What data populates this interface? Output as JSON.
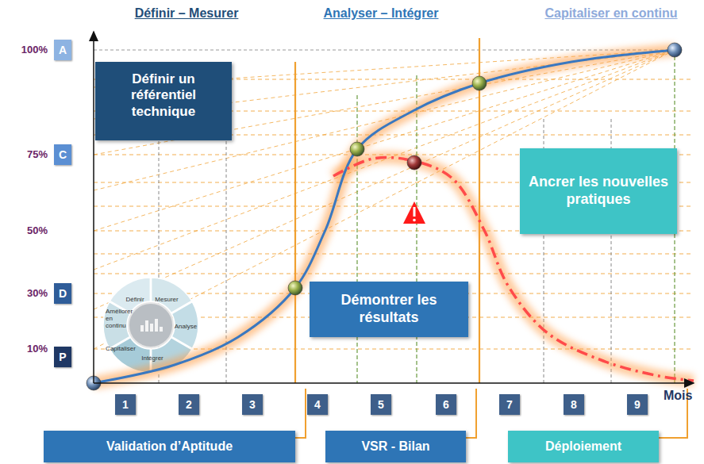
{
  "diagram": {
    "nodes": [
      {
        "text": [
          "A"
        ]
      },
      {
        "text": [
          "C"
        ]
      },
      {
        "text": [
          "D"
        ]
      },
      {
        "text": [
          "P"
        ]
      },
      {
        "text": [
          "Définir un référentiel technique"
        ]
      },
      {
        "text": [
          "Démontrer les résultats"
        ]
      },
      {
        "text": [
          "Ancrer les nouvelles pratiques"
        ]
      },
      {
        "text": [
          "1"
        ]
      },
      {
        "text": [
          "2"
        ]
      },
      {
        "text": [
          "3"
        ]
      },
      {
        "text": [
          "4"
        ]
      },
      {
        "text": [
          "5"
        ]
      },
      {
        "text": [
          "6"
        ]
      },
      {
        "text": [
          "7"
        ]
      },
      {
        "text": [
          "8"
        ]
      },
      {
        "text": [
          "9"
        ]
      },
      {
        "text": [
          "Validation d’Aptitude"
        ]
      },
      {
        "text": [
          "VSR - Bilan"
        ]
      },
      {
        "text": [
          "Déploiement"
        ]
      }
    ],
    "labels": [
      "Définir – Mesurer",
      "Analyser – Intégrer",
      "Capitaliser en continu",
      "100%",
      "75%",
      "50%",
      "30%",
      "10%",
      "Mois",
      "Définir",
      "Mesurer",
      "Analyse",
      "Intégrer",
      "Capitaliser",
      "Améliorer en continu"
    ]
  }
}
